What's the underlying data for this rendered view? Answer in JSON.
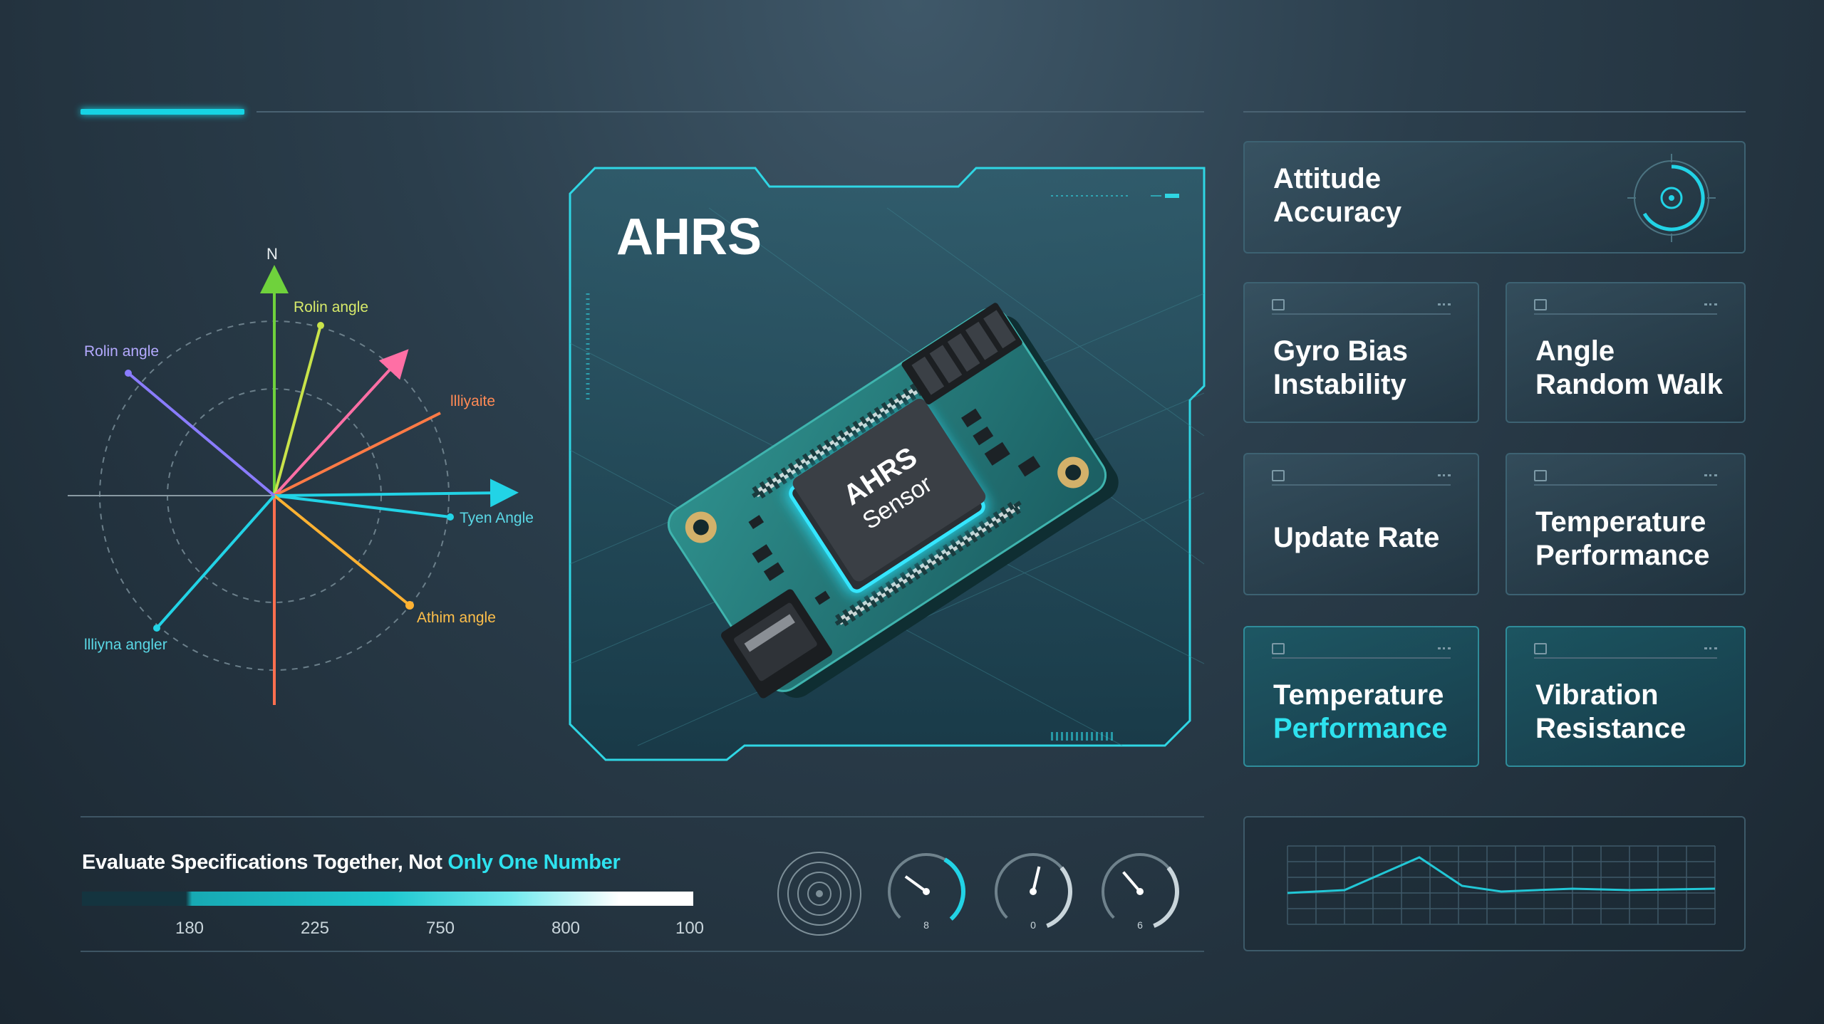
{
  "compass": {
    "north_label": "N",
    "labels": {
      "top": "Rolin angle",
      "upper_left": "Rolin angle",
      "upper_right": "llliyaite",
      "right": "Tyen Angle",
      "lower_right": "Athim angle",
      "lower_left": "llliyna angler"
    },
    "colors": {
      "north": "#6fd23c",
      "top": "#c9e34a",
      "pink": "#ff6fa5",
      "orange": "#ff7a45",
      "right": "#22d3e6",
      "lower_right": "#ffb232",
      "lower_left": "#22d3e6",
      "upper_left": "#8a7cff",
      "down": "#ff6f4f"
    }
  },
  "module": {
    "title": "AHRS",
    "chip_line1": "AHRS",
    "chip_line2": "Sensor"
  },
  "cards": {
    "attitude": {
      "line1": "Attitude",
      "line2": "Accuracy"
    },
    "gyro": {
      "line1": "Gyro Bias",
      "line2": "Instability"
    },
    "arw": {
      "line1": "Angle",
      "line2": "Random Walk"
    },
    "update": {
      "line1": "Update Rate"
    },
    "temp1": {
      "line1": "Temperature",
      "line2": "Performance"
    },
    "temp2": {
      "line1": "Temperature",
      "line2": "Performance"
    },
    "vib": {
      "line1": "Vibration",
      "line2": "Resistance"
    }
  },
  "evaluation": {
    "text_main": "Evaluate Specifications Together, Not ",
    "text_accent": "Only One Number",
    "ticks": [
      "180",
      "225",
      "750",
      "800",
      "100"
    ]
  },
  "dials": [
    {
      "label": "8",
      "value": 0.3
    },
    {
      "label": "0",
      "value": 0.55
    },
    {
      "label": "6",
      "value": 0.35
    }
  ],
  "colors": {
    "accent": "#16d4e4",
    "card_border": "#3d6272",
    "background": "#243540"
  }
}
